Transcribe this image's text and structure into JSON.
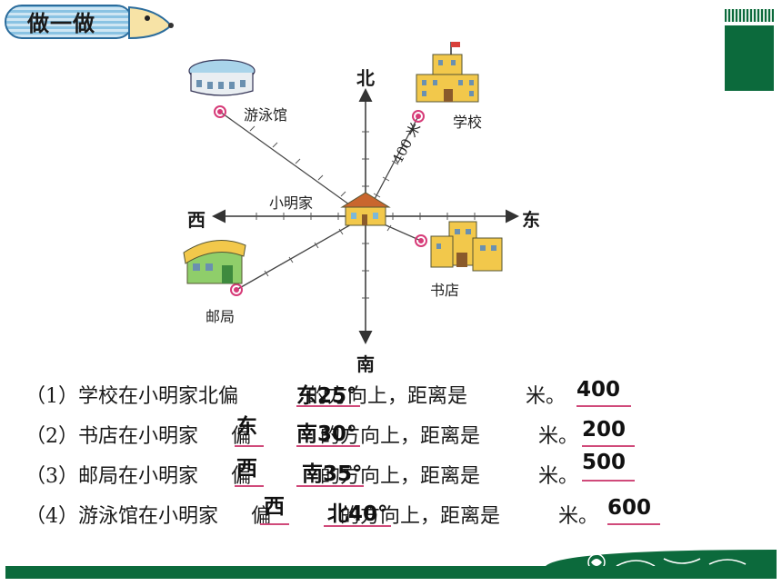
{
  "header": {
    "badge_label": "做一做"
  },
  "diagram": {
    "north": "北",
    "south": "南",
    "east": "东",
    "west": "西",
    "center_label": "小明家",
    "places": {
      "pool": "游泳馆",
      "school": "学校",
      "bookstore": "书店",
      "post_office": "邮局"
    },
    "school_distance": "400 米"
  },
  "questions": [
    {
      "prefix": "（1）学校在小明家北偏",
      "suffix": "的方向上，距离是",
      "unit": "米。",
      "dir1": "",
      "dir2": "东25°",
      "distance": "400"
    },
    {
      "prefix": "（2）书店在小明家",
      "mid": "偏",
      "suffix": "的方向上，距离是",
      "unit": "米。",
      "dir1": "东",
      "dir2": "南30°",
      "distance": "200"
    },
    {
      "prefix": "（3）邮局在小明家",
      "mid": "偏",
      "suffix": "的方向上，距离是",
      "unit": "米。",
      "dir1": "西",
      "dir2": "南35°",
      "distance": "500"
    },
    {
      "prefix": "（4）游泳馆在小明家",
      "mid": "偏",
      "suffix": "的方向上，距离是",
      "unit": "米。",
      "dir1": "西",
      "dir2": "北40°",
      "distance": "600"
    }
  ],
  "colors": {
    "green": "#0c6a3c",
    "underline": "#d04a7a",
    "marker": "#d63b78",
    "building_yellow": "#f2c84b"
  }
}
